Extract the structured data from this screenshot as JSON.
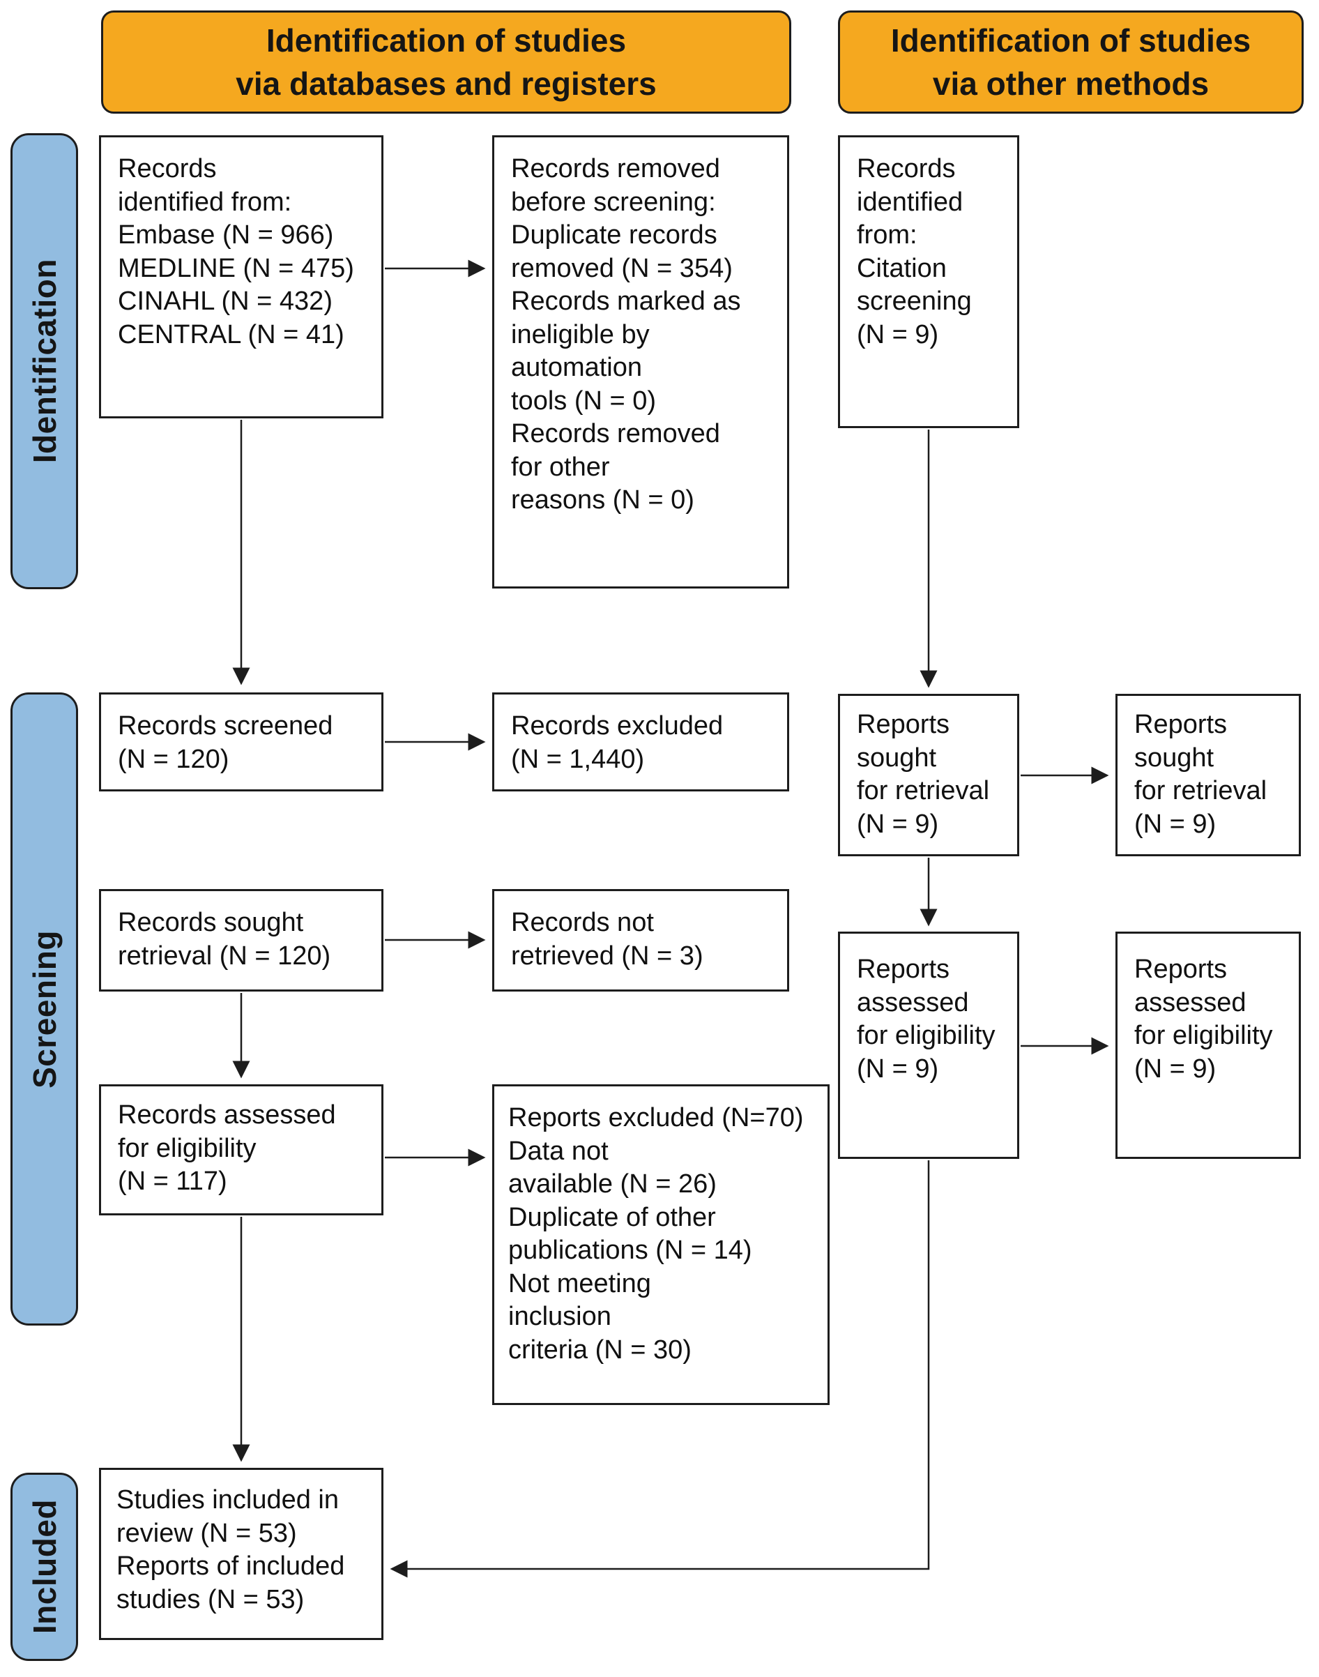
{
  "colors": {
    "header_fill": "#F5A81F",
    "stage_fill": "#92BCE0",
    "box_border": "#1D1D1D",
    "arrow": "#1D1D1D"
  },
  "headers": {
    "databases": "Identification of studies\nvia databases and registers",
    "other_methods": "Identification of studies\nvia other methods"
  },
  "stages": {
    "identification": "Identification",
    "screening": "Screening",
    "included": "Included"
  },
  "boxes": {
    "records_identified_databases": "Records\nidentified from:\nEmbase (N = 966)\nMEDLINE (N = 475)\nCINAHL (N = 432)\nCENTRAL (N = 41)",
    "records_removed_before_screening": "Records removed\nbefore screening:\nDuplicate records\nremoved (N = 354)\nRecords marked as\nineligible by\nautomation\ntools (N = 0)\nRecords removed\nfor other\nreasons (N = 0)",
    "records_identified_other": "Records\nidentified\nfrom:\nCitation\nscreening\n(N = 9)",
    "records_screened": "Records screened\n(N = 120)",
    "records_excluded": "Records excluded\n(N = 1,440)",
    "reports_sought_other": "Reports\nsought\nfor retrieval\n(N = 9)",
    "reports_sought_other_2": "Reports\nsought\nfor retrieval\n(N = 9)",
    "records_sought_retrieval": "Records sought\nretrieval (N = 120)",
    "records_not_retrieved": "Records not\nretrieved (N = 3)",
    "reports_assessed_other": "Reports\nassessed\nfor eligibility\n(N = 9)",
    "reports_assessed_other_2": "Reports\nassessed\nfor eligibility\n(N = 9)",
    "records_assessed_eligibility": "Records assessed\nfor eligibility\n(N = 117)",
    "reports_excluded": "Reports excluded (N=70)\nData not\navailable (N = 26)\nDuplicate of other\npublications (N = 14)\nNot meeting\ninclusion\ncriteria (N = 30)",
    "studies_included": "Studies included in\nreview (N = 53)\nReports of included\nstudies (N = 53)"
  }
}
